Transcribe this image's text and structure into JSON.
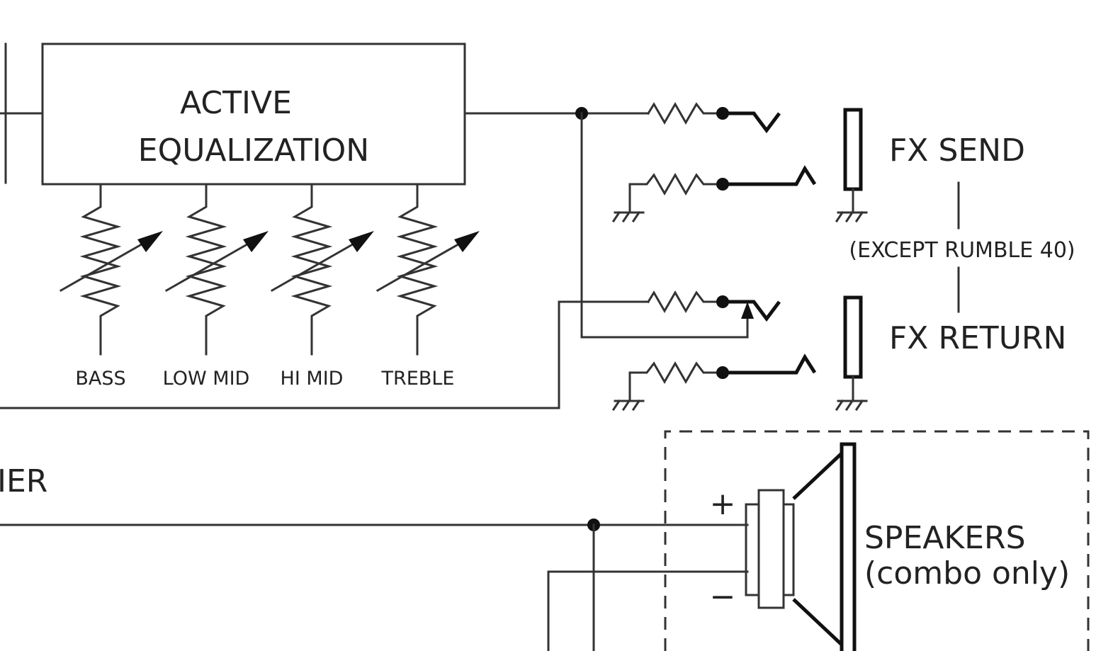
{
  "blocks": {
    "eq_line1": "ACTIVE",
    "eq_line2": "EQUALIZATION",
    "amp_fragment": "IER"
  },
  "controls": [
    "BASS",
    "LOW MID",
    "HI MID",
    "TREBLE"
  ],
  "jacks": {
    "fx_send": "FX SEND",
    "fx_return": "FX RETURN",
    "note": "(EXCEPT RUMBLE 40)"
  },
  "speakers": {
    "line1": "SPEAKERS",
    "line2": "(combo only)",
    "plus": "+",
    "minus": "−"
  }
}
